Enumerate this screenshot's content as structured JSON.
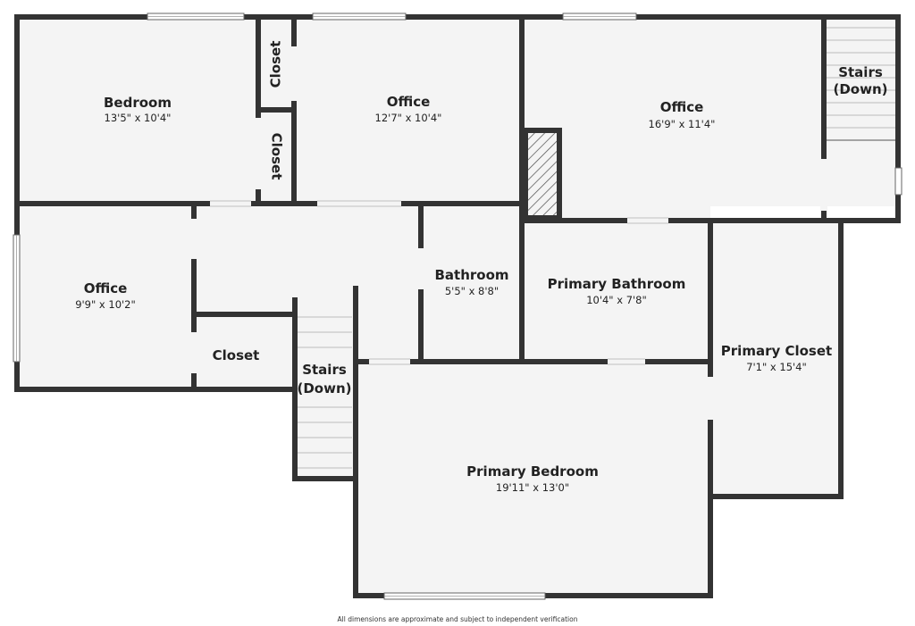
{
  "rooms": {
    "bedroom": {
      "name": "Bedroom",
      "dims": "13'5\" x 10'4\""
    },
    "closet_top": {
      "name": "Closet"
    },
    "closet_mid": {
      "name": "Closet"
    },
    "office_center": {
      "name": "Office",
      "dims": "12'7\" x 10'4\""
    },
    "office_right": {
      "name": "Office",
      "dims": "16'9\" x 11'4\""
    },
    "stairs_right": {
      "name_line1": "Stairs",
      "name_line2": "(Down)"
    },
    "office_left": {
      "name": "Office",
      "dims": "9'9\" x 10'2\""
    },
    "closet_lower": {
      "name": "Closet"
    },
    "stairs_center": {
      "name_line1": "Stairs",
      "name_line2": "(Down)"
    },
    "bathroom": {
      "name": "Bathroom",
      "dims": "5'5\" x 8'8\""
    },
    "primary_bathroom": {
      "name": "Primary Bathroom",
      "dims": "10'4\" x 7'8\""
    },
    "primary_closet": {
      "name": "Primary Closet",
      "dims": "7'1\" x 15'4\""
    },
    "primary_bedroom": {
      "name": "Primary Bedroom",
      "dims": "19'11\" x 13'0\""
    }
  },
  "footnote": "All dimensions are approximate and subject to independent verification",
  "colors": {
    "wall": "#333333",
    "floor": "#f4f4f4",
    "background": "#ffffff"
  }
}
